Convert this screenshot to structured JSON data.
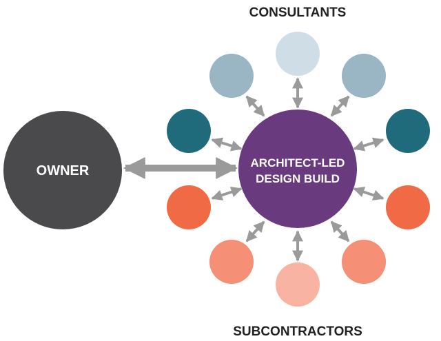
{
  "diagram": {
    "top_label": "CONSULTANTS",
    "bottom_label": "SUBCONTRACTORS",
    "owner_label": "OWNER",
    "center_label_line1": "ARCHITECT-LED",
    "center_label_line2": "DESIGN BUILD"
  },
  "colors": {
    "owner": "#4a4a4c",
    "center": "#6a3a7e",
    "arrow": "#9a9a9a",
    "consultant_light": "#cfdde6",
    "consultant_mid": "#9ab5c4",
    "consultant_dark": "#1f6b7c",
    "subcontractor_dark": "#ef6a45",
    "subcontractor_mid": "#f58f76",
    "subcontractor_light": "#f8b3a3",
    "text_dark": "#222222",
    "text_light": "#ffffff"
  }
}
